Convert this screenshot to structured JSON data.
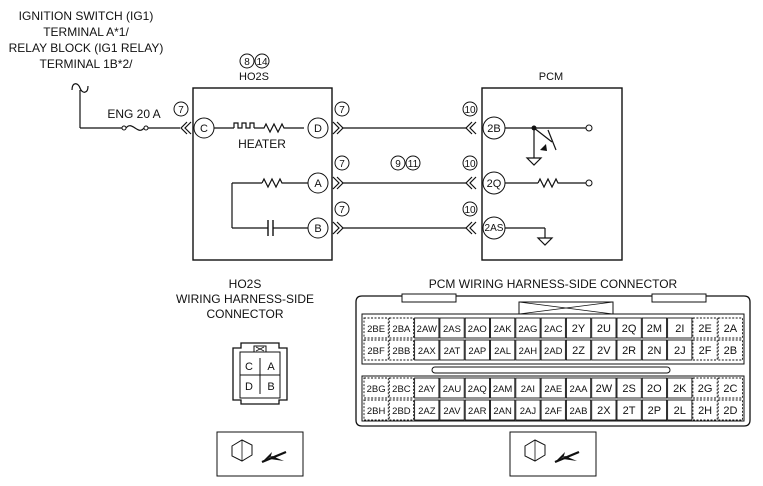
{
  "source": {
    "lines": [
      "IGNITION SWITCH (IG1)",
      "TERMINAL A*1/",
      "RELAY BLOCK (IG1 RELAY)",
      "TERMINAL 1B*2/"
    ]
  },
  "fuse": "ENG 20 A",
  "ho2s": {
    "title": "HO2S",
    "refs": [
      "8",
      "14"
    ],
    "heater_label": "HEATER",
    "terminals": [
      "C",
      "D",
      "A",
      "B"
    ]
  },
  "pcm": {
    "title": "PCM",
    "terminals": [
      "2B",
      "2Q",
      "2AS"
    ]
  },
  "wire_refs": {
    "ref7": "7",
    "ref10": "10",
    "mid": [
      "9",
      "11"
    ]
  },
  "ho2s_connector": {
    "title_lines": [
      "HO2S",
      "WIRING HARNESS-SIDE",
      "CONNECTOR"
    ],
    "pins": [
      [
        "C",
        "A"
      ],
      [
        "D",
        "B"
      ]
    ]
  },
  "pcm_connector": {
    "title": "PCM WIRING HARNESS-SIDE CONNECTOR",
    "rows": [
      [
        "2BE",
        "2BA",
        "2AW",
        "2AS",
        "2AO",
        "2AK",
        "2AG",
        "2AC",
        "2Y",
        "2U",
        "2Q",
        "2M",
        "2I",
        "2E",
        "2A"
      ],
      [
        "2BF",
        "2BB",
        "2AX",
        "2AT",
        "2AP",
        "2AL",
        "2AH",
        "2AD",
        "2Z",
        "2V",
        "2R",
        "2N",
        "2J",
        "2F",
        "2B"
      ],
      [
        "2BG",
        "2BC",
        "2AY",
        "2AU",
        "2AQ",
        "2AM",
        "2AI",
        "2AE",
        "2AA",
        "2W",
        "2S",
        "2O",
        "2K",
        "2G",
        "2C"
      ],
      [
        "2BH",
        "2BD",
        "2AZ",
        "2AV",
        "2AR",
        "2AN",
        "2AJ",
        "2AF",
        "2AB",
        "2X",
        "2T",
        "2P",
        "2L",
        "2H",
        "2D"
      ]
    ]
  }
}
